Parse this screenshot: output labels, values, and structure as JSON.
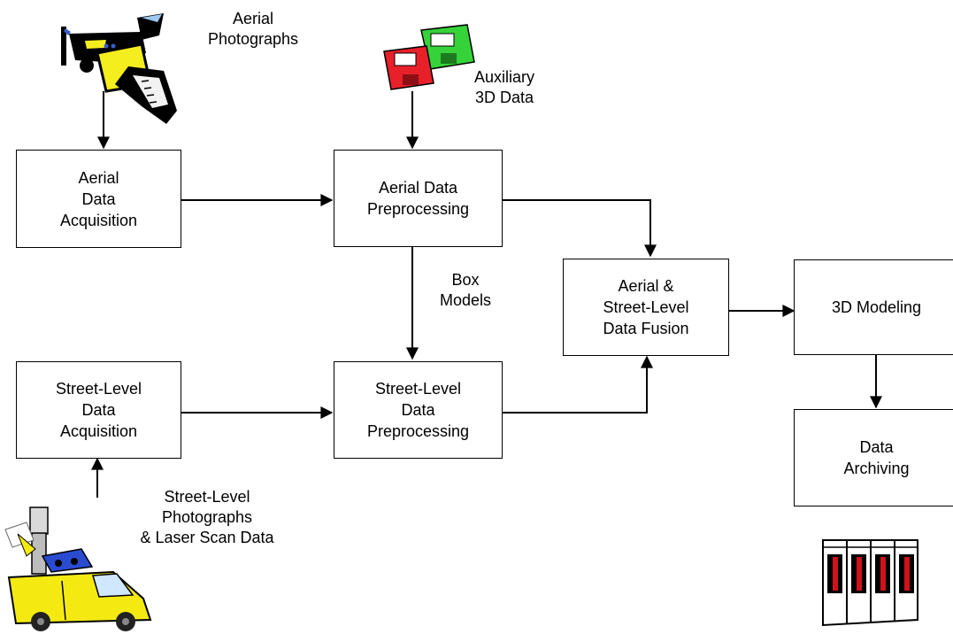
{
  "boxes": {
    "aerial_acquisition": [
      "Aerial",
      "Data",
      "Acquisition"
    ],
    "aerial_preprocessing": [
      "Aerial Data",
      "Preprocessing"
    ],
    "fusion": [
      "Aerial &",
      "Street-Level",
      "Data Fusion"
    ],
    "modeling": [
      "3D Modeling"
    ],
    "street_acquisition": [
      "Street-Level",
      "Data",
      "Acquisition"
    ],
    "street_preprocessing": [
      "Street-Level",
      "Data",
      "Preprocessing"
    ],
    "archiving": [
      "Data",
      "Archiving"
    ]
  },
  "labels": {
    "aerial_photos": [
      "Aerial",
      "Photographs"
    ],
    "auxiliary": [
      "Auxiliary",
      "3D Data"
    ],
    "box_models": [
      "Box",
      "Models"
    ],
    "street_photos": [
      "Street-Level",
      "Photographs",
      "& Laser Scan Data"
    ]
  },
  "icons": {
    "airplane": "airplane-icon",
    "floppy": "floppy-disks-icon",
    "van": "survey-van-icon",
    "server": "server-rack-icon"
  },
  "colors": {
    "floppy_red": "#e8202a",
    "floppy_green": "#36d23a",
    "plane_yellow": "#f5ee1e",
    "van_yellow": "#f4ea12",
    "rack_red": "#d0121a"
  }
}
